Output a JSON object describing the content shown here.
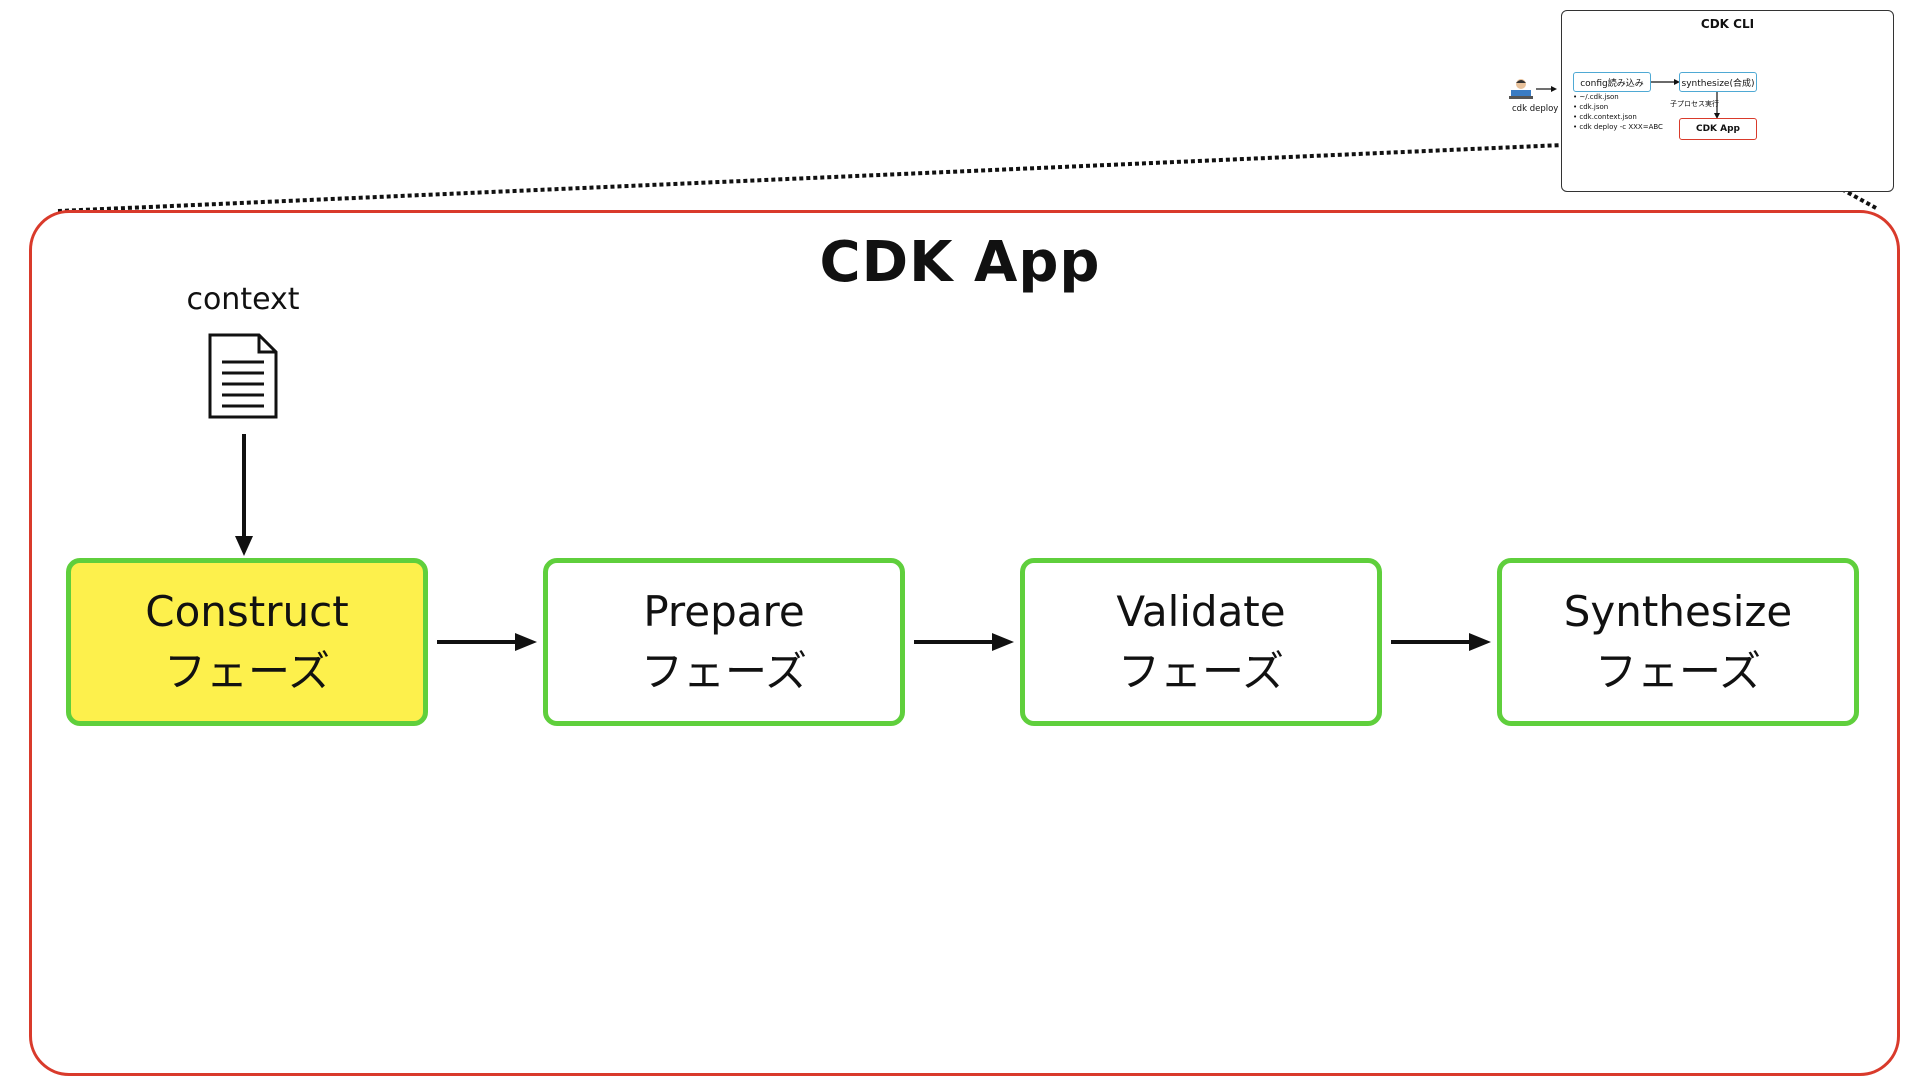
{
  "app": {
    "title": "CDK App",
    "context_label": "context",
    "phases": [
      {
        "name": "Construct",
        "suffix": "フェーズ",
        "active": true
      },
      {
        "name": "Prepare",
        "suffix": "フェーズ",
        "active": false
      },
      {
        "name": "Validate",
        "suffix": "フェーズ",
        "active": false
      },
      {
        "name": "Synthesize",
        "suffix": "フェーズ",
        "active": false
      }
    ]
  },
  "cli": {
    "title": "CDK CLI",
    "user_label": "cdk deploy",
    "config_label": "config読み込み",
    "synth_label": "synthesize(合成)",
    "process_label": "子プロセス実行",
    "app_label": "CDK App",
    "config_files": [
      "~/.cdk.json",
      "cdk.json",
      "cdk.context.json",
      "cdk deploy -c XXX=ABC"
    ]
  },
  "colors": {
    "frame": "#d93a2b",
    "phase_border": "#5fcf3c",
    "active_fill": "#fdf04c",
    "cli_box_border": "#4fa9d4"
  }
}
